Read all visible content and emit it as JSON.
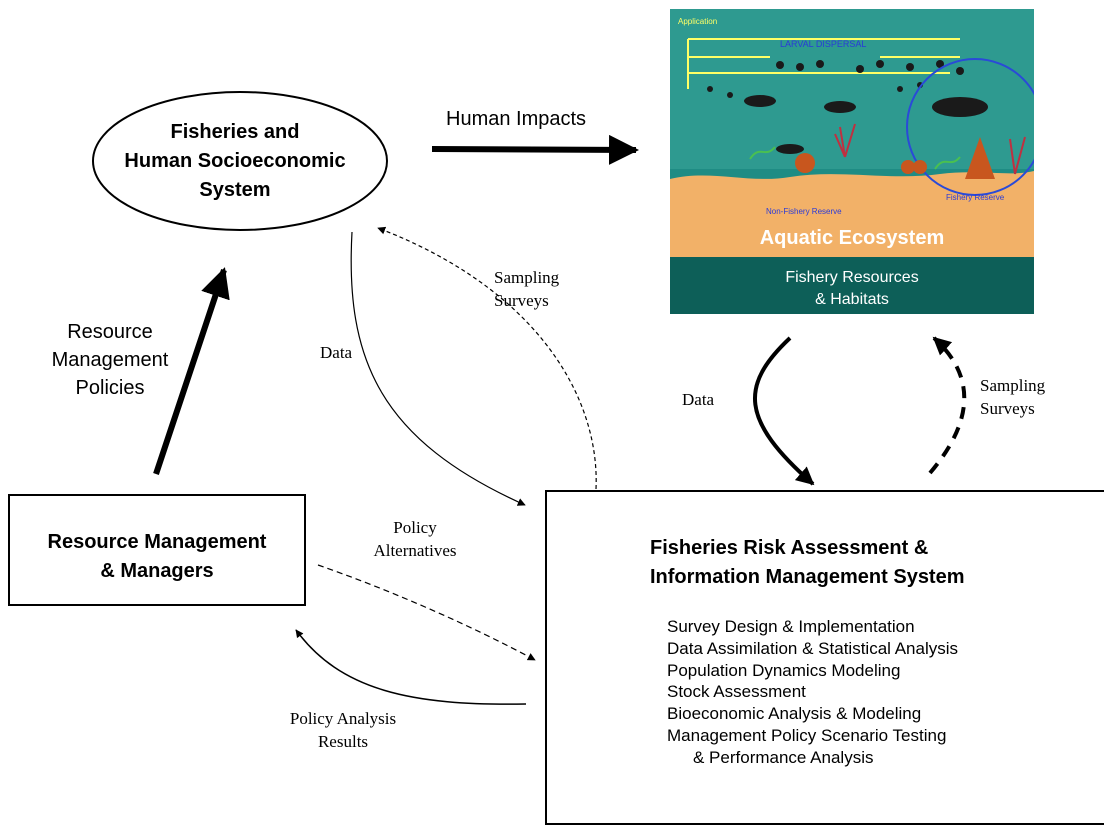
{
  "nodes": {
    "fisheries_system": [
      "Fisheries and",
      "Human Socioeconomic",
      "System"
    ],
    "resource_management": [
      "Resource Management",
      "& Managers"
    ],
    "risk_assessment": {
      "title": [
        "Fisheries Risk Assessment &",
        "Information Management System"
      ],
      "items": [
        "Survey Design & Implementation",
        "Data Assimilation & Statistical Analysis",
        "Population Dynamics Modeling",
        "Stock Assessment",
        "Bioeconomic Analysis & Modeling",
        "Management Policy Scenario Testing",
        "& Performance Analysis"
      ]
    },
    "ecosystem": {
      "title": "Aquatic Ecosystem",
      "subtitle": [
        "Fishery Resources",
        "& Habitats"
      ],
      "labels": {
        "application": "Application",
        "larval_dispersal": "LARVAL DISPERSAL",
        "non_fishery_reserve": "Non-Fishery Reserve",
        "fishery_reserve": "Fishery Reserve"
      }
    }
  },
  "edges": {
    "human_impacts": "Human Impacts",
    "resource_management_policies": [
      "Resource",
      "Management",
      "Policies"
    ],
    "data_left": "Data",
    "sampling_surveys_left": [
      "Sampling",
      "Surveys"
    ],
    "data_right": "Data",
    "sampling_surveys_right": [
      "Sampling",
      "Surveys"
    ],
    "policy_alternatives": [
      "Policy",
      "Alternatives"
    ],
    "policy_analysis_results": [
      "Policy Analysis",
      "Results"
    ]
  }
}
